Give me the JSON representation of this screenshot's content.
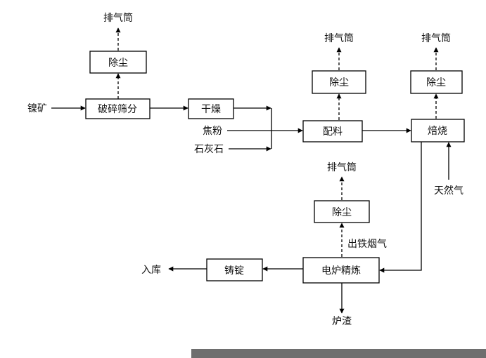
{
  "nodes": {
    "dust_1": "除尘",
    "crush": "破碎筛分",
    "dry": "干燥",
    "dust_2": "除尘",
    "mix": "配料",
    "dust_3": "除尘",
    "roast": "焙烧",
    "dust_4": "除尘",
    "furnace": "电炉精炼",
    "cast": "铸锭"
  },
  "labels": {
    "stack_1": "排气筒",
    "stack_2": "排气筒",
    "stack_3": "排气筒",
    "stack_4": "排气筒",
    "nickel_ore": "镍矿",
    "coke_powder": "焦粉",
    "limestone": "石灰石",
    "natural_gas": "天然气",
    "tapping_fume": "出铁烟气",
    "storage": "入库",
    "slag": "炉渣"
  },
  "colors": {
    "line": "#000000",
    "bottom_bar": "#6e6e6e"
  }
}
